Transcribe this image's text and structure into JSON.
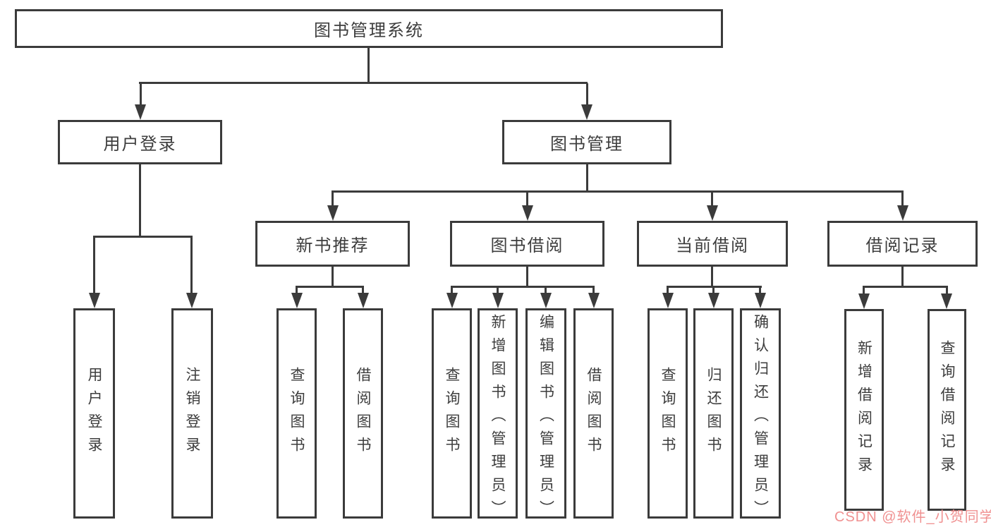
{
  "title": "图书管理系统",
  "nodes": {
    "root": "图书管理系统",
    "user_login": "用户登录",
    "book_mgmt": "图书管理",
    "new_book_rec": "新书推荐",
    "book_borrow": "图书借阅",
    "current_borrow": "当前借阅",
    "borrow_record": "借阅记录",
    "login": "用户登录",
    "logout": "注销登录",
    "nb_query": "查询图书",
    "nb_borrow": "借阅图书",
    "bb_query": "查询图书",
    "bb_add": "新增图书（管理员）",
    "bb_edit": "编辑图书（管理员）",
    "bb_borrow": "借阅图书",
    "cb_query": "查询图书",
    "cb_return": "归还图书",
    "cb_confirm": "确认归还（管理员）",
    "br_add": "新增借阅记录",
    "br_query": "查询借阅记录"
  },
  "hierarchy": {
    "图书管理系统": {
      "用户登录": [
        "用户登录",
        "注销登录"
      ],
      "图书管理": {
        "新书推荐": [
          "查询图书",
          "借阅图书"
        ],
        "图书借阅": [
          "查询图书",
          "新增图书（管理员）",
          "编辑图书（管理员）",
          "借阅图书"
        ],
        "当前借阅": [
          "查询图书",
          "归还图书",
          "确认归还（管理员）"
        ],
        "借阅记录": [
          "新增借阅记录",
          "查询借阅记录"
        ]
      }
    }
  },
  "watermark": {
    "text": "CSDN @软件_小贺同学",
    "color": "#f09191"
  },
  "colors": {
    "line": "#3b3b3b",
    "text": "#3d3d3d",
    "background": "#ffffff"
  }
}
